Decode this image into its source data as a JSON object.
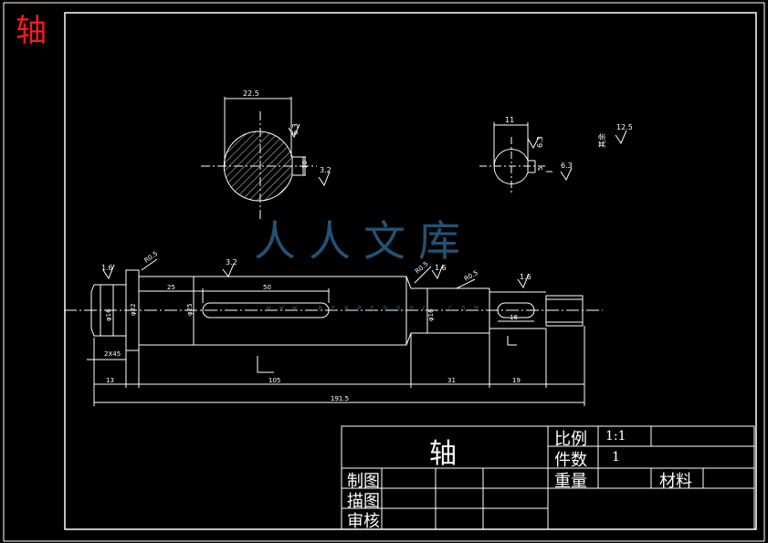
{
  "corner_title": "轴",
  "watermark": {
    "text": "人人文库",
    "url": "WWW.RENRENDOC.COM"
  },
  "title_block": {
    "part_name": "轴",
    "scale_label": "比例",
    "scale_value": "1:1",
    "qty_label": "件数",
    "qty_value": "1",
    "weight_label": "重量",
    "material_label": "材料",
    "drawn_label": "制图",
    "traced_label": "描图",
    "checked_label": "审核"
  },
  "section_views": {
    "left": {
      "width_dim": "22.5",
      "key_dim": "10",
      "roughness_1": "6.3",
      "roughness_2": "3.2"
    },
    "right": {
      "width_dim": "11",
      "key_dim": "5",
      "roughness_1": "6.3",
      "roughness_2": "6.3"
    },
    "other_roughness_note": "其余",
    "other_roughness_value": "12.5"
  },
  "shaft_view": {
    "dims": {
      "d1": "φ16",
      "d2": "φ32",
      "d3": "φ25",
      "d4": "φ16",
      "chamfer": "2X45",
      "key_offset": "25",
      "key_length": "50",
      "len_13": "13",
      "len_105": "105",
      "len_31": "31",
      "len_19": "19",
      "total": "191.5",
      "key2_length": "16",
      "r1": "R0.5",
      "r2": "R0.5",
      "r3": "R0.5"
    },
    "roughness": {
      "r_left": "1.6",
      "r_key": "3.2",
      "r_mid": "1.6",
      "r_right": "1.6"
    }
  }
}
